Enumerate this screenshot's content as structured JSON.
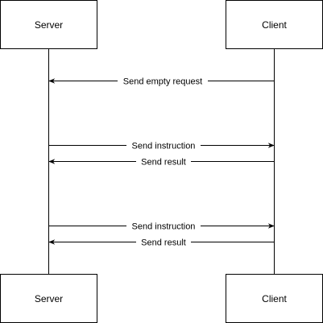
{
  "participants": {
    "left": {
      "label": "Server"
    },
    "right": {
      "label": "Client"
    }
  },
  "messages": [
    {
      "label": "Send empty request",
      "direction": "to-left"
    },
    {
      "label": "Send instruction",
      "direction": "to-right"
    },
    {
      "label": "Send result",
      "direction": "to-left"
    },
    {
      "label": "Send instruction",
      "direction": "to-right"
    },
    {
      "label": "Send result",
      "direction": "to-left"
    }
  ],
  "colors": {
    "stroke": "#000000",
    "background": "#ffffff"
  }
}
